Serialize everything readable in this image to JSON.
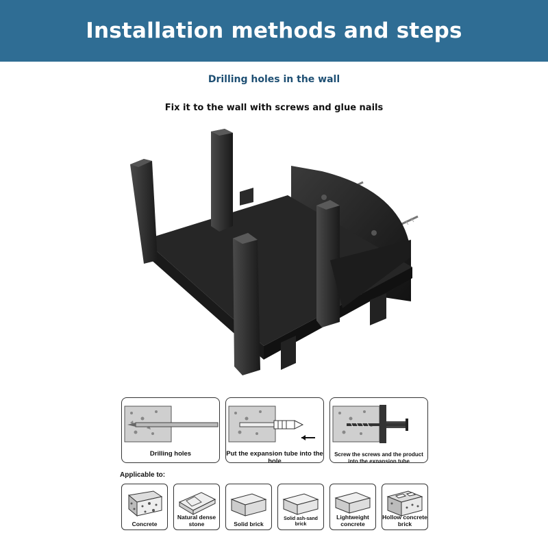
{
  "header": {
    "title": "Installation methods and steps"
  },
  "section": {
    "subtitle": "Drilling holes in the wall",
    "caption": "Fix it to the wall with screws and glue nails"
  },
  "steps": [
    {
      "label": "Drilling holes"
    },
    {
      "label": "Put the expansion tube into the hole"
    },
    {
      "label": "Screw the screws and the product into the expansion tube"
    }
  ],
  "applicable": {
    "heading": "Applicable to:",
    "materials": [
      {
        "label": "Concrete"
      },
      {
        "label": "Natural dense stone"
      },
      {
        "label": "Solid brick"
      },
      {
        "label": "Solid ash-sand brick"
      },
      {
        "label": "Lightweight concrete"
      },
      {
        "label": "Hollow concrete brick"
      }
    ]
  },
  "colors": {
    "banner": "#2f6d94",
    "subtitle": "#1e4f73",
    "product": "#1e1e1e"
  }
}
